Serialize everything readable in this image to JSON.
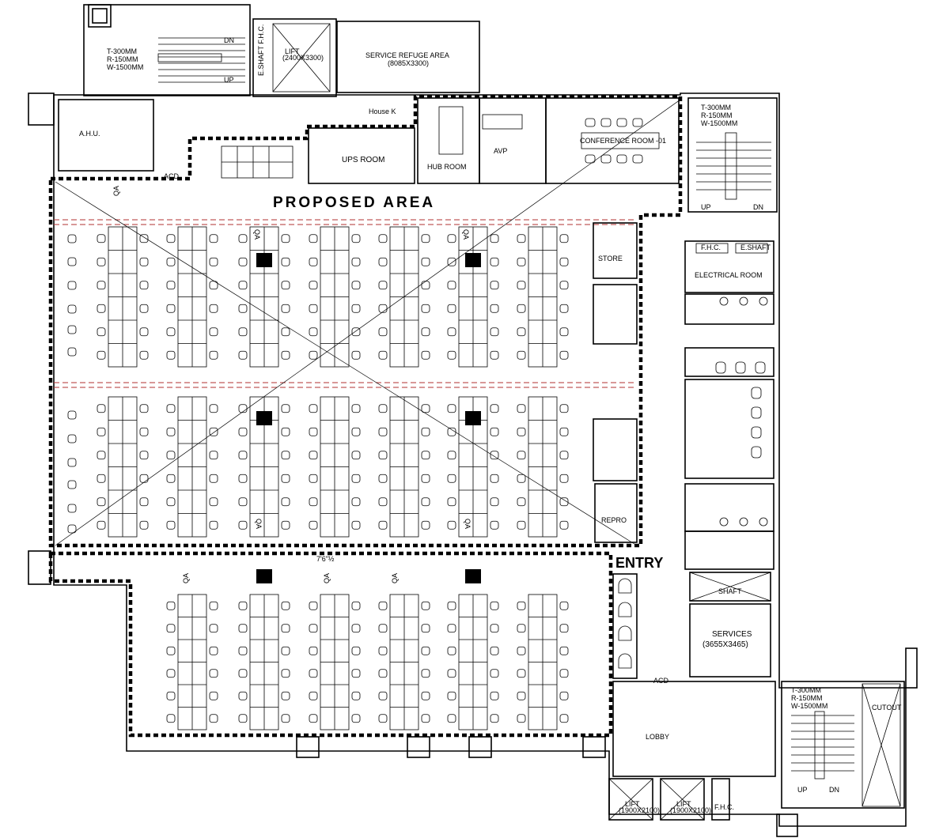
{
  "title": "PROPOSED AREA",
  "entry_label": "ENTRY",
  "stair_specs": {
    "tread": "T-300MM",
    "riser": "R-150MM",
    "width": "W-1500MM"
  },
  "stair_dn": "DN",
  "stair_up": "UP",
  "rooms": {
    "ahu": "A.H.U.",
    "lift_top": "LIFT",
    "lift_top_dim": "(2400X3300)",
    "eshaft_fhc": "E.SHAFT F.H.C.",
    "service_refuge": "SERVICE REFUGE AREA",
    "service_refuge_dim": "(8085X3300)",
    "housek": "House K",
    "ups_room": "UPS ROOM",
    "hub_room": "HUB ROOM",
    "avp": "AVP",
    "conference": "CONFERENCE ROOM -01",
    "store": "STORE",
    "fhc": "F.H.C.",
    "eshaft": "E.SHAFT",
    "electrical": "ELECTRICAL ROOM",
    "repro": "REPRO",
    "shaft": "SHAFT",
    "services": "SERVICES",
    "services_dim": "(3655X3465)",
    "acd": "ACD",
    "lobby": "LOBBY",
    "lift_bottom": "LIFT",
    "lift_bottom_dim": "(1900X2100)",
    "fhc_bottom": "F.H.C.",
    "cutout": "CUTOUT",
    "qa": "QA",
    "dim_mark": "7'6\"½"
  }
}
